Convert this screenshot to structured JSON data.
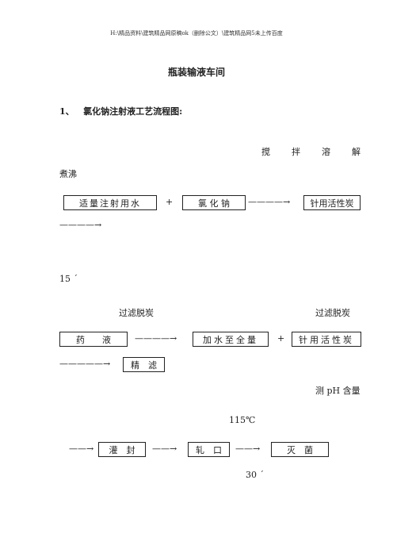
{
  "header": "H:\\精品资料\\建筑精品网原稿ok（删除公文）\\建筑精品网5未上传百度",
  "title": "瓶装输液车间",
  "section": {
    "number": "1、",
    "heading": "氯化钠注射液工艺流程图:"
  },
  "row1": {
    "label_dissolve": "搅拌溶解",
    "label_boil": "煮沸",
    "box1": "适量注射用水",
    "plus": "+",
    "box2": "氯 化 钠",
    "arrow": "————→",
    "box3": "针用活性炭",
    "arrow_cont": "————→",
    "duration": "15 ´"
  },
  "row2": {
    "label_filter1": "过滤脱炭",
    "label_filter2": "过滤脱炭",
    "box1": "药　　液",
    "arrow1": "————→",
    "box2": "加水至全量",
    "plus": "+",
    "box3": "针用活性炭",
    "arrow2": "—————→",
    "box4": "精　滤",
    "label_test": "测 pH 含量"
  },
  "row3": {
    "temperature": "115℃",
    "arrow0": "——→",
    "box1": "灌　封",
    "arrow1": "——→",
    "box2": "轧　口",
    "arrow2": "——→",
    "box3": "灭　菌",
    "duration": "30 ´"
  }
}
